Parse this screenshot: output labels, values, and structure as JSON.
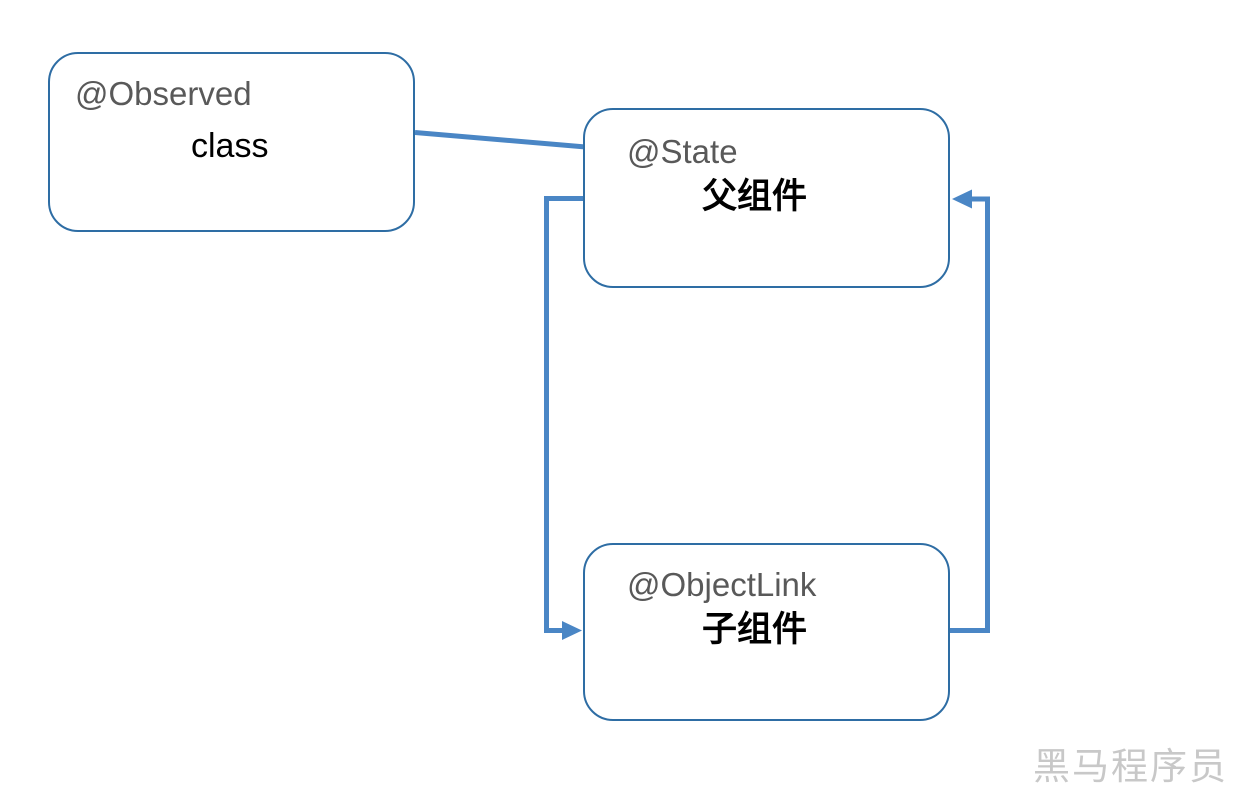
{
  "diagram": {
    "type": "flow-diagram",
    "nodes": {
      "observed": {
        "annotation": "@Observed",
        "label": "class"
      },
      "state": {
        "annotation": "@State",
        "label": "父组件"
      },
      "objectlink": {
        "annotation": "@ObjectLink",
        "label": "子组件"
      }
    },
    "edges": [
      {
        "from": "observed",
        "to": "state",
        "style": "straight-arrow"
      },
      {
        "from": "state",
        "to": "objectlink",
        "style": "left-elbow-arrow"
      },
      {
        "from": "objectlink",
        "to": "state",
        "style": "right-elbow-arrow"
      }
    ],
    "colors": {
      "box_border": "#2e6da4",
      "connector": "#4a86c5",
      "annotation_text": "#595959",
      "label_text": "#000000",
      "watermark_text": "#c8c8c8"
    },
    "watermark": "黑马程序员"
  }
}
